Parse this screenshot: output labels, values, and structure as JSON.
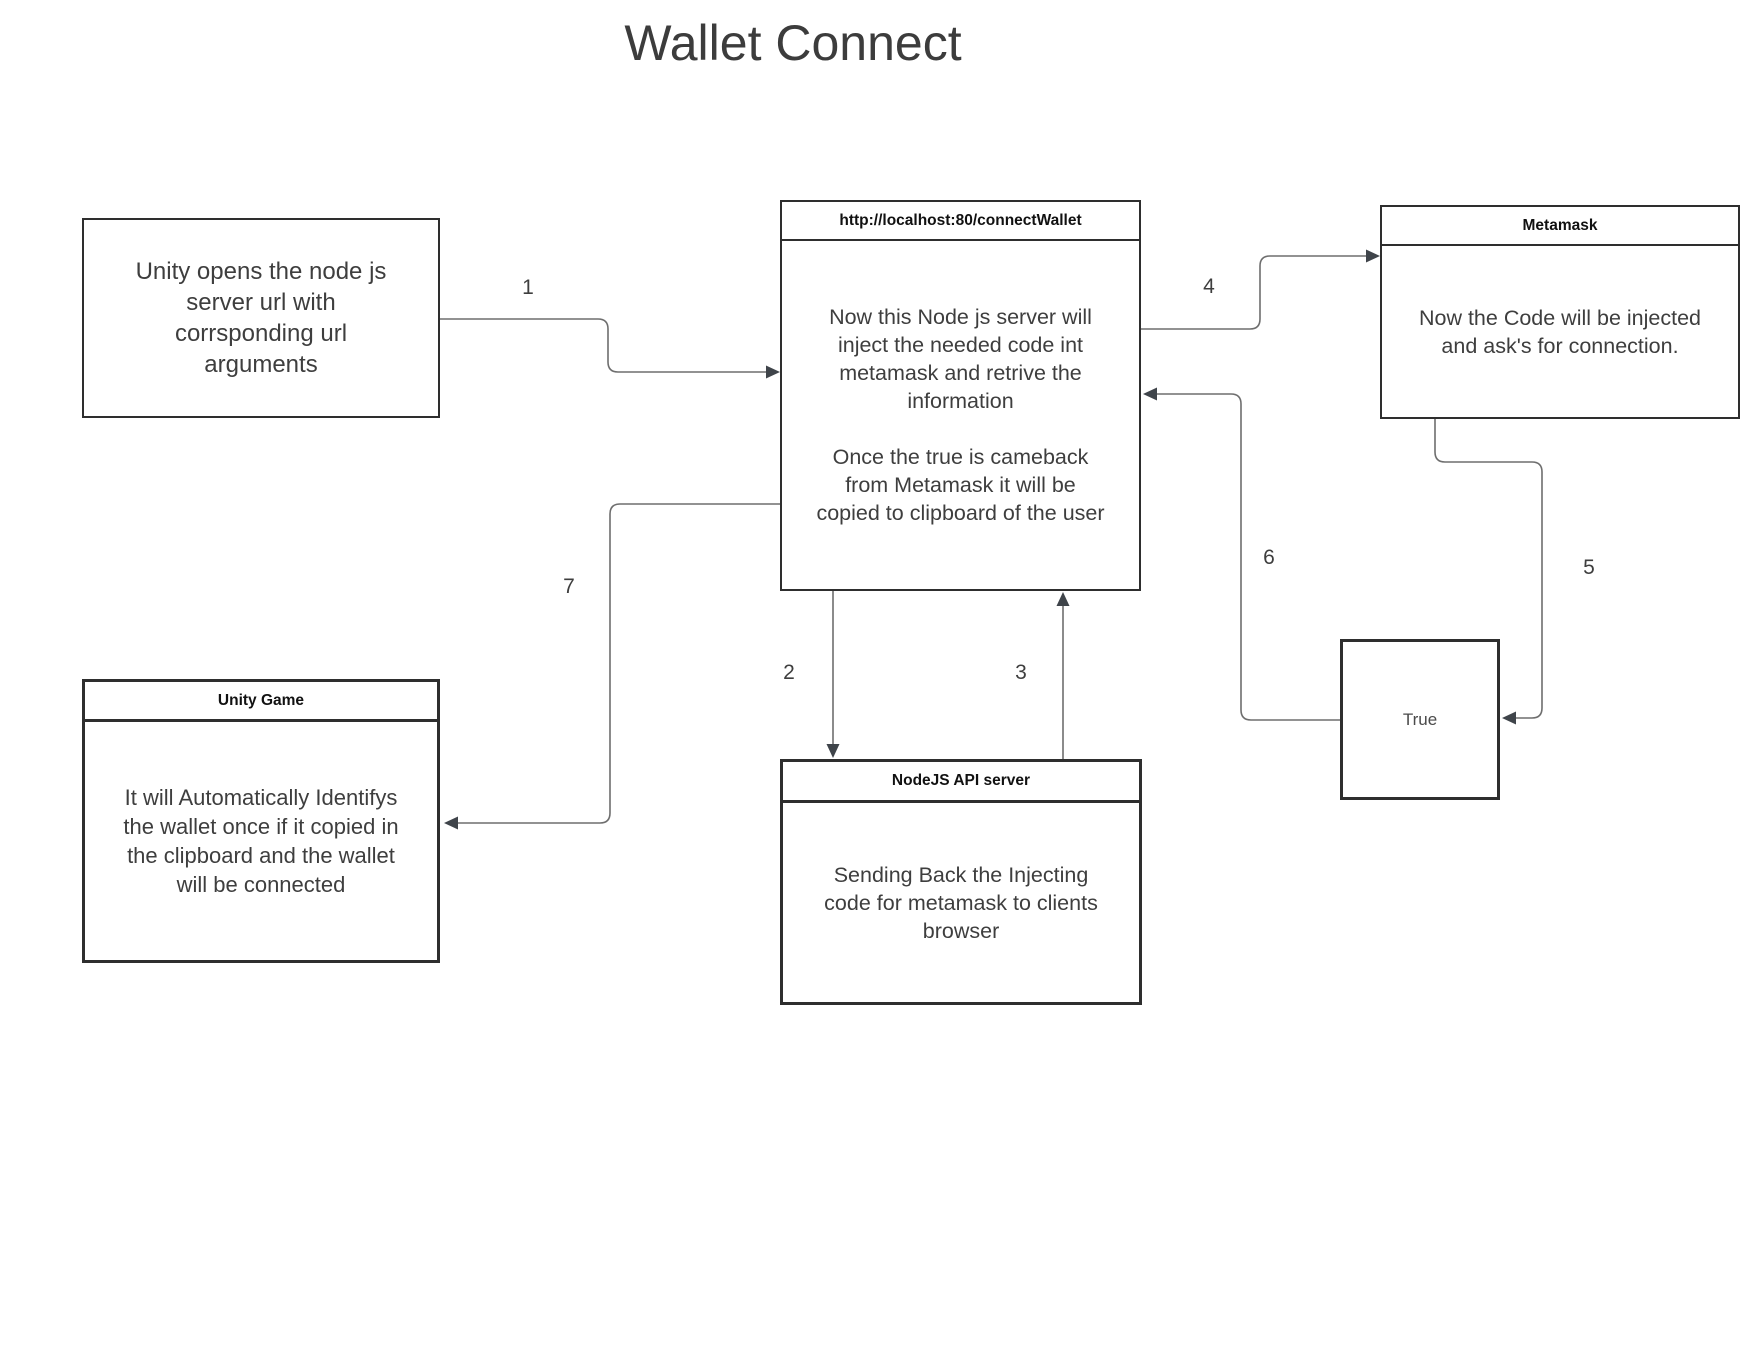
{
  "title": "Wallet Connect",
  "boxes": {
    "unity_open": {
      "body": [
        "Unity opens the node js",
        "server url with",
        "corrsponding url",
        "arguments"
      ]
    },
    "connect_wallet": {
      "header": "http://localhost:80/connectWallet",
      "body_1": [
        "Now this Node js server will",
        "inject the needed code int",
        "metamask and retrive the",
        "information"
      ],
      "body_2": [
        "Once the true is cameback",
        "from Metamask it will be",
        "copied to clipboard of the user"
      ]
    },
    "metamask": {
      "header": "Metamask",
      "body": [
        "Now the Code will be injected",
        "and ask's for connection."
      ]
    },
    "unity_game": {
      "header": "Unity Game",
      "body": [
        "It will Automatically Identifys",
        "the wallet once if it copied in",
        "the clipboard and the wallet",
        "will be connected"
      ]
    },
    "nodejs": {
      "header": "NodeJS API server",
      "body": [
        "Sending Back the Injecting",
        "code for metamask to clients",
        "browser"
      ]
    },
    "true_box": {
      "label": "True"
    }
  },
  "arrow_labels": [
    "1",
    "2",
    "3",
    "4",
    "5",
    "6",
    "7"
  ],
  "colors": {
    "box_border": "#2e2e2e",
    "connector_line": "#6e6e6e",
    "arrowhead": "#3f444a",
    "text": "#3e3e3e",
    "background": "#ffffff"
  }
}
